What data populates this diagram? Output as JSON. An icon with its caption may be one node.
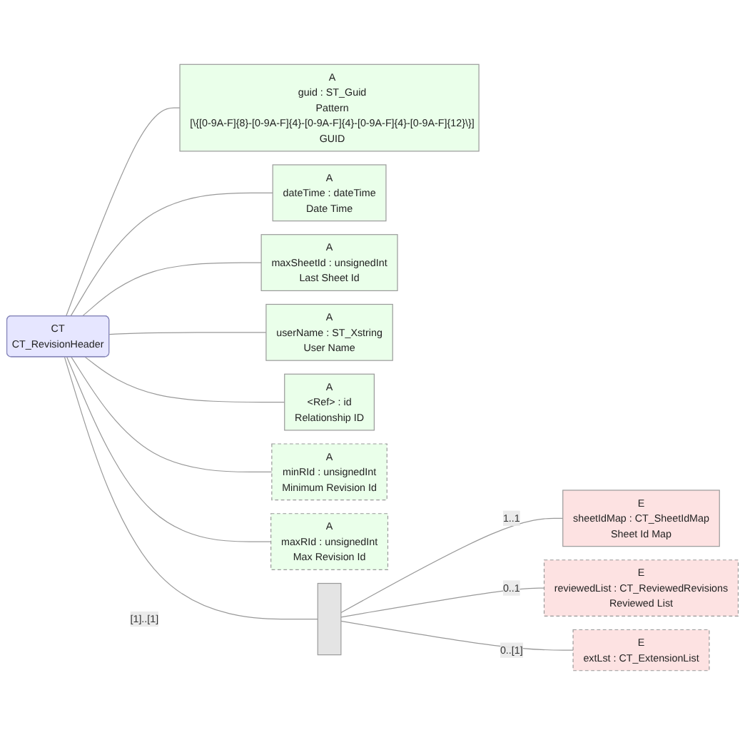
{
  "diagram": {
    "nodes": [
      {
        "text": [
          "CT",
          "CT_RevisionHeader"
        ]
      },
      {
        "text": [
          "A",
          "guid : ST_Guid",
          "Pattern",
          "[\\{[0-9A-F]{8}-[0-9A-F]{4}-[0-9A-F]{4}-[0-9A-F]{4}-[0-9A-F]{12}\\}]",
          "GUID"
        ]
      },
      {
        "text": [
          "A",
          "dateTime : dateTime",
          "Date Time"
        ]
      },
      {
        "text": [
          "A",
          "maxSheetId : unsignedInt",
          "Last Sheet Id"
        ]
      },
      {
        "text": [
          "A",
          "userName : ST_Xstring",
          "User Name"
        ]
      },
      {
        "text": [
          "A",
          "<Ref> : id",
          "Relationship ID"
        ]
      },
      {
        "text": [
          "A",
          "minRId : unsignedInt",
          "Minimum Revision Id"
        ]
      },
      {
        "text": [
          "A",
          "maxRId : unsignedInt",
          "Max Revision Id"
        ]
      },
      {
        "text": [],
        "shape": "box"
      },
      {
        "text": [
          "E",
          "sheetIdMap : CT_SheetIdMap",
          "Sheet Id Map"
        ]
      },
      {
        "text": [
          "E",
          "reviewedList : CT_ReviewedRevisions",
          "Reviewed List"
        ]
      },
      {
        "text": [
          "E",
          "extLst : CT_ExtensionList"
        ]
      }
    ],
    "edges": [
      {
        "from": 0,
        "to": 1,
        "arrow": "none"
      },
      {
        "from": 0,
        "to": 2,
        "arrow": "none"
      },
      {
        "from": 0,
        "to": 3,
        "arrow": "none"
      },
      {
        "from": 0,
        "to": 4,
        "arrow": "none"
      },
      {
        "from": 0,
        "to": 5,
        "arrow": "none"
      },
      {
        "from": 0,
        "to": 6,
        "arrow": "none"
      },
      {
        "from": 0,
        "to": 7,
        "arrow": "none"
      },
      {
        "from": 0,
        "to": 8,
        "arrow": "none",
        "label": "[1]..[1]"
      },
      {
        "from": 8,
        "to": 9,
        "arrow": "none",
        "label": "1..1"
      },
      {
        "from": 8,
        "to": 10,
        "arrow": "none",
        "label": "0..1"
      },
      {
        "from": 8,
        "to": 11,
        "arrow": "none",
        "label": "0..[1]"
      }
    ]
  }
}
